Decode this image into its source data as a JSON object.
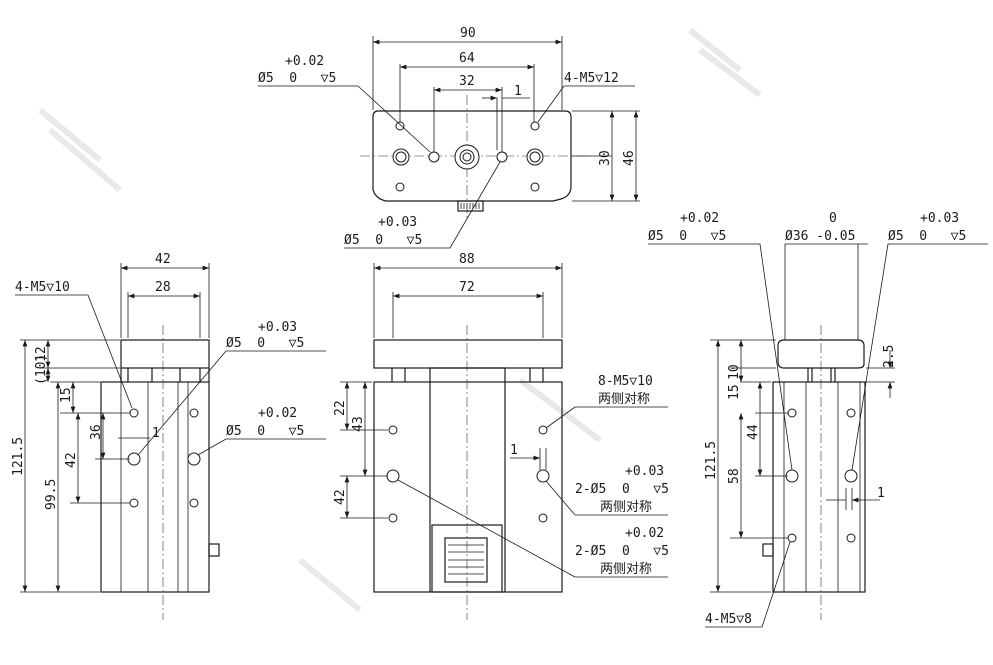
{
  "top_view": {
    "dim_width": "90",
    "dim_64": "64",
    "dim_32": "32",
    "dim_1": "1",
    "dim_30": "30",
    "dim_46": "46",
    "callout_tl": {
      "tol": "+0.02",
      "main": "Ø5  0   ▽5"
    },
    "callout_tr": "4-M5▽12",
    "callout_bottom": {
      "tol": "+0.03",
      "main": "Ø5  0   ▽5"
    }
  },
  "left_view": {
    "dim_42": "42",
    "dim_28": "28",
    "callout_m5": "4-M5▽10",
    "callout_a": {
      "tol": "+0.03",
      "main": "Ø5  0   ▽5"
    },
    "callout_b": {
      "tol": "+0.02",
      "main": "Ø5  0   ▽5"
    },
    "dim_121_5": "121.5",
    "dim_12": "12",
    "dim_10": "(10)",
    "dim_15": "15",
    "dim_36": "36",
    "dim_1": "1",
    "dim_42v": "42",
    "dim_99_5": "99.5"
  },
  "front_view": {
    "dim_88": "88",
    "dim_72": "72",
    "dim_22": "22",
    "dim_43": "43",
    "dim_42": "42",
    "dim_1": "1",
    "callout_m5": {
      "main": "8-M5▽10",
      "sub": "两侧对称"
    },
    "callout_h1": {
      "tol": "+0.03",
      "main": "2-Ø5  0   ▽5",
      "sub": "两侧对称"
    },
    "callout_h2": {
      "tol": "+0.02",
      "main": "2-Ø5  0   ▽5",
      "sub": "两侧对称"
    }
  },
  "right_view": {
    "callout_l": {
      "tol": "+0.02",
      "main": "Ø5  0   ▽5"
    },
    "callout_c": {
      "tol": "0",
      "main": "Ø36 -0.05"
    },
    "callout_r": {
      "tol": "+0.03",
      "main": "Ø5  0   ▽5"
    },
    "dim_2_5": "2.5",
    "dim_121_5": "121.5",
    "dim_10": "10",
    "dim_15": "15",
    "dim_44": "44",
    "dim_58": "58",
    "dim_1": "1",
    "callout_bottom": "4-M5▽8"
  }
}
